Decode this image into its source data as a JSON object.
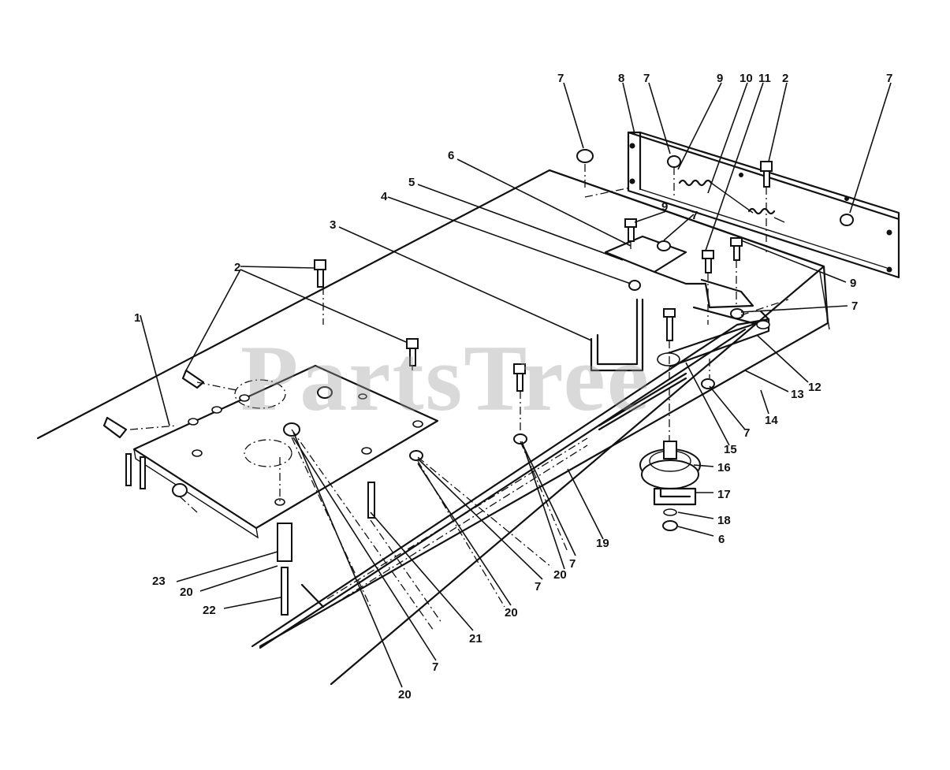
{
  "watermark": "PartsTree",
  "callouts": {
    "c1": "1",
    "c2a": "2",
    "c2b": "2",
    "c3": "3",
    "c4": "4",
    "c5": "5",
    "c6a": "6",
    "c6b": "6",
    "c7a": "7",
    "c7b": "7",
    "c7c": "7",
    "c7d": "7",
    "c7e": "7",
    "c7f": "7",
    "c7g": "7",
    "c7h": "7",
    "c7i": "7",
    "c7j": "7",
    "c8": "8",
    "c9a": "9",
    "c9b": "9",
    "c9c": "9",
    "c10": "10",
    "c11": "11",
    "c12": "12",
    "c13": "13",
    "c14": "14",
    "c15": "15",
    "c16": "16",
    "c17": "17",
    "c18": "18",
    "c19": "19",
    "c20a": "20",
    "c20b": "20",
    "c20c": "20",
    "c20d": "20",
    "c20e": "20",
    "c21": "21",
    "c22": "22",
    "c23": "23"
  },
  "colors": {
    "ink": "#111111",
    "background": "#ffffff",
    "watermark": "#9a9a9a"
  }
}
